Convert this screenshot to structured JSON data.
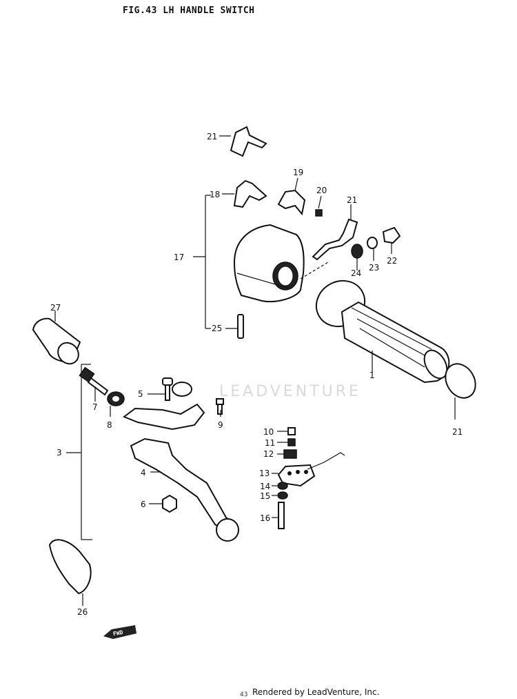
{
  "title": "FIG.43  LH HANDLE SWITCH",
  "footer": "Rendered by LeadVenture, Inc.",
  "footer_page_mark": "43",
  "watermark": "LEADVENTURE",
  "direction_badge": "FWD",
  "callouts": {
    "c1": "1",
    "c3": "3",
    "c4": "4",
    "c5": "5",
    "c6": "6",
    "c7": "7",
    "c8": "8",
    "c9": "9",
    "c10": "10",
    "c11": "11",
    "c12": "12",
    "c13": "13",
    "c14": "14",
    "c15": "15",
    "c16": "16",
    "c17": "17",
    "c18": "18",
    "c19": "19",
    "c20": "20",
    "c21_top": "21",
    "c21_switch": "21",
    "c21_grip": "21",
    "c22": "22",
    "c23": "23",
    "c24": "24",
    "c25": "25",
    "c26": "26",
    "c27": "27"
  }
}
